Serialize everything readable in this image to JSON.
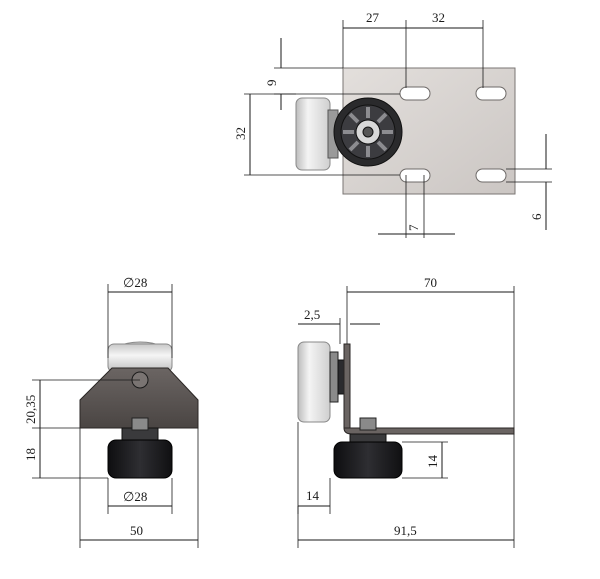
{
  "drawing": {
    "top_view": {
      "dim_27": "27",
      "dim_32_top": "32",
      "dim_9": "9",
      "dim_32_left": "32",
      "dim_7": "7",
      "dim_6": "6"
    },
    "front_view": {
      "dim_d28_top": "∅28",
      "dim_20_35": "20,35",
      "dim_18": "18",
      "dim_d28_bottom": "∅28",
      "dim_50": "50"
    },
    "side_view": {
      "dim_70": "70",
      "dim_2_5": "2,5",
      "dim_14_right": "14",
      "dim_14_bottom": "14",
      "dim_91_5": "91,5"
    }
  },
  "colors": {
    "plate_light": "#d9d5d2",
    "plate_dark": "#5a5553",
    "wheel_dark": "#1c1c1e",
    "roller_light": "#e6e6e6",
    "line": "#1a1a1a"
  }
}
